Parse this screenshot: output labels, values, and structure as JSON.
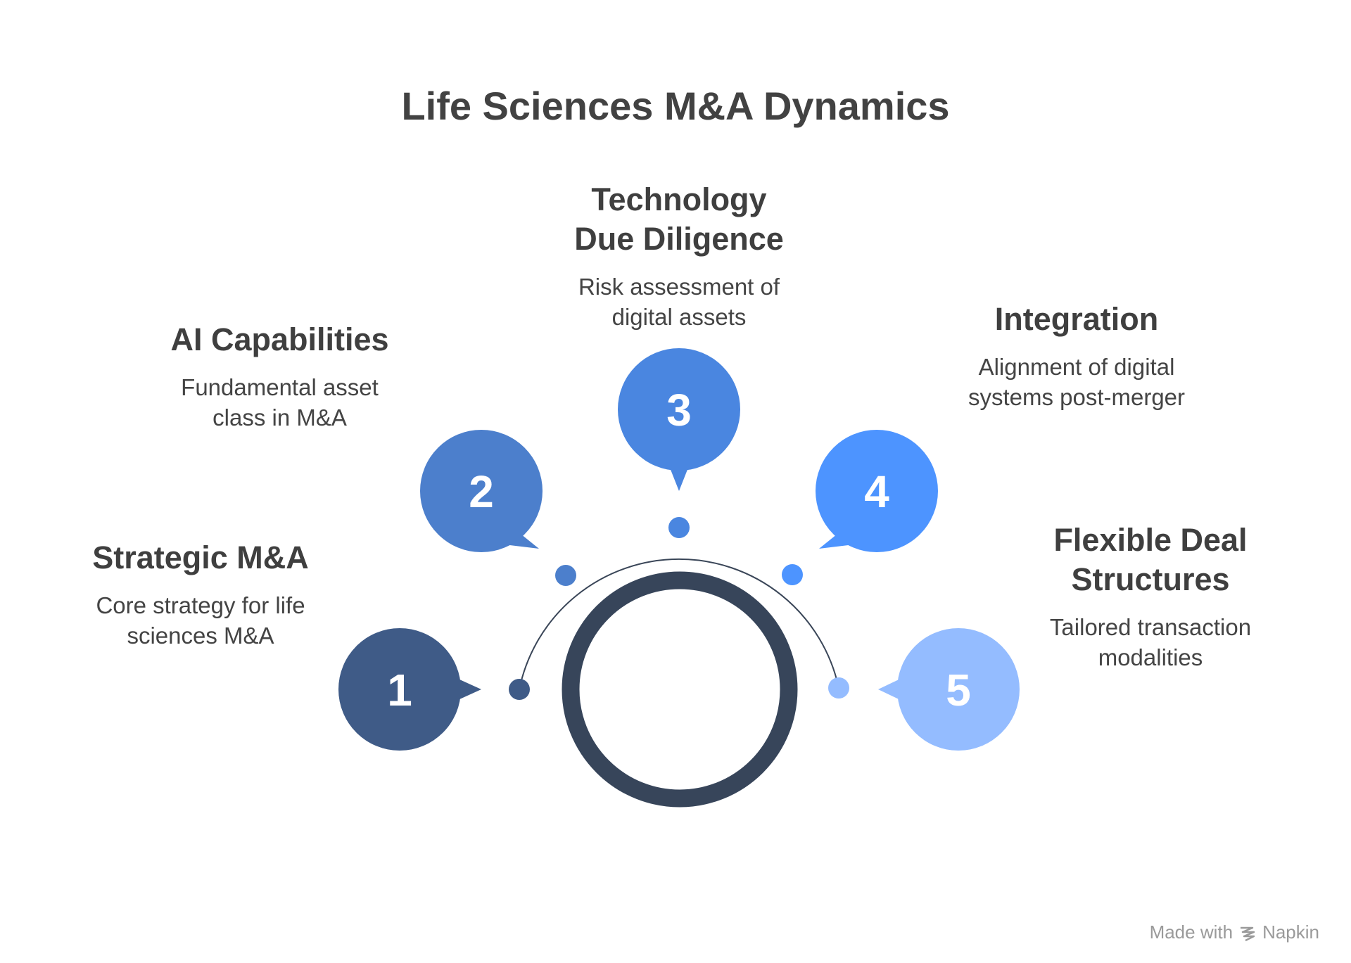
{
  "title": "Life Sciences M&A Dynamics",
  "nodes": [
    {
      "number": "1",
      "heading": "Strategic M&A",
      "description": "Core strategy for life sciences M&A",
      "color": "#3F5B87"
    },
    {
      "number": "2",
      "heading": "AI Capabilities",
      "description": "Fundamental asset class in M&A",
      "color": "#4C7FCC"
    },
    {
      "number": "3",
      "heading": "Technology Due Diligence",
      "description": "Risk assessment of digital assets",
      "color": "#4A86E0"
    },
    {
      "number": "4",
      "heading": "Integration",
      "description": "Alignment of digital systems post-merger",
      "color": "#4D94FF"
    },
    {
      "number": "5",
      "heading": "Flexible Deal Structures",
      "description": "Tailored transaction modalities",
      "color": "#94BCFF"
    }
  ],
  "hub_color": "#37455A",
  "footer": {
    "made_with": "Made with",
    "brand": "Napkin"
  }
}
